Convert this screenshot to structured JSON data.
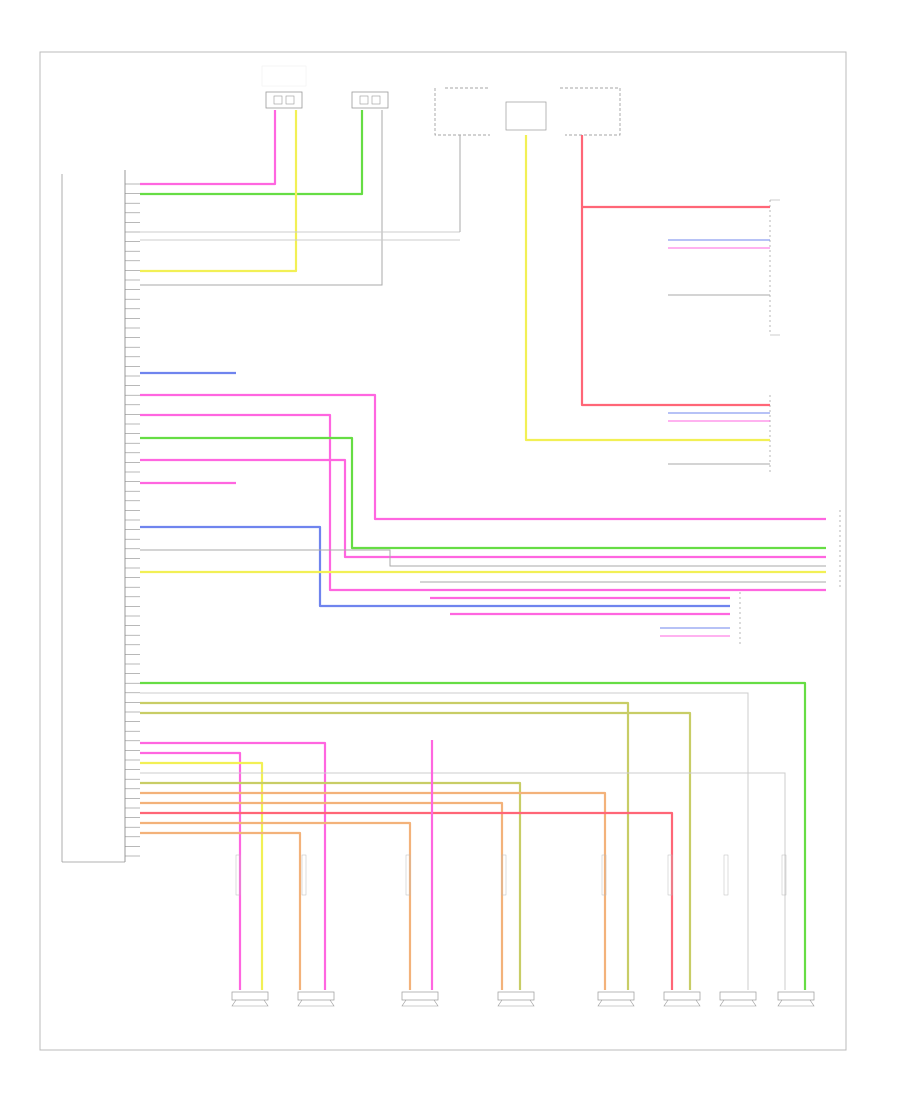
{
  "diagram": {
    "footer_code": "",
    "colors": {
      "pink": "#ff66e0",
      "green": "#66dd44",
      "yellow": "#f2f055",
      "red": "#ff6677",
      "blue": "#6f84ee",
      "orange": "#f3b27a",
      "olive": "#c8cd66",
      "gray": "#aaaaaa",
      "lightgray": "#cccccc"
    },
    "components": [
      {
        "id": "rr-tweeter",
        "icon": "speaker-icon"
      },
      {
        "id": "rf-tweeter",
        "icon": "speaker-icon"
      },
      {
        "id": "rf-door-speaker",
        "icon": "speaker-icon"
      },
      {
        "id": "lf-door-speaker",
        "icon": "speaker-icon"
      },
      {
        "id": "lr-speaker",
        "icon": "speaker-icon"
      },
      {
        "id": "lf-tweeter-bottom",
        "icon": "speaker-icon"
      },
      {
        "id": "subwoofer",
        "icon": "speaker-icon"
      },
      {
        "id": "center-speaker",
        "icon": "speaker-icon"
      },
      {
        "id": "woofer",
        "icon": "speaker-icon"
      }
    ]
  }
}
